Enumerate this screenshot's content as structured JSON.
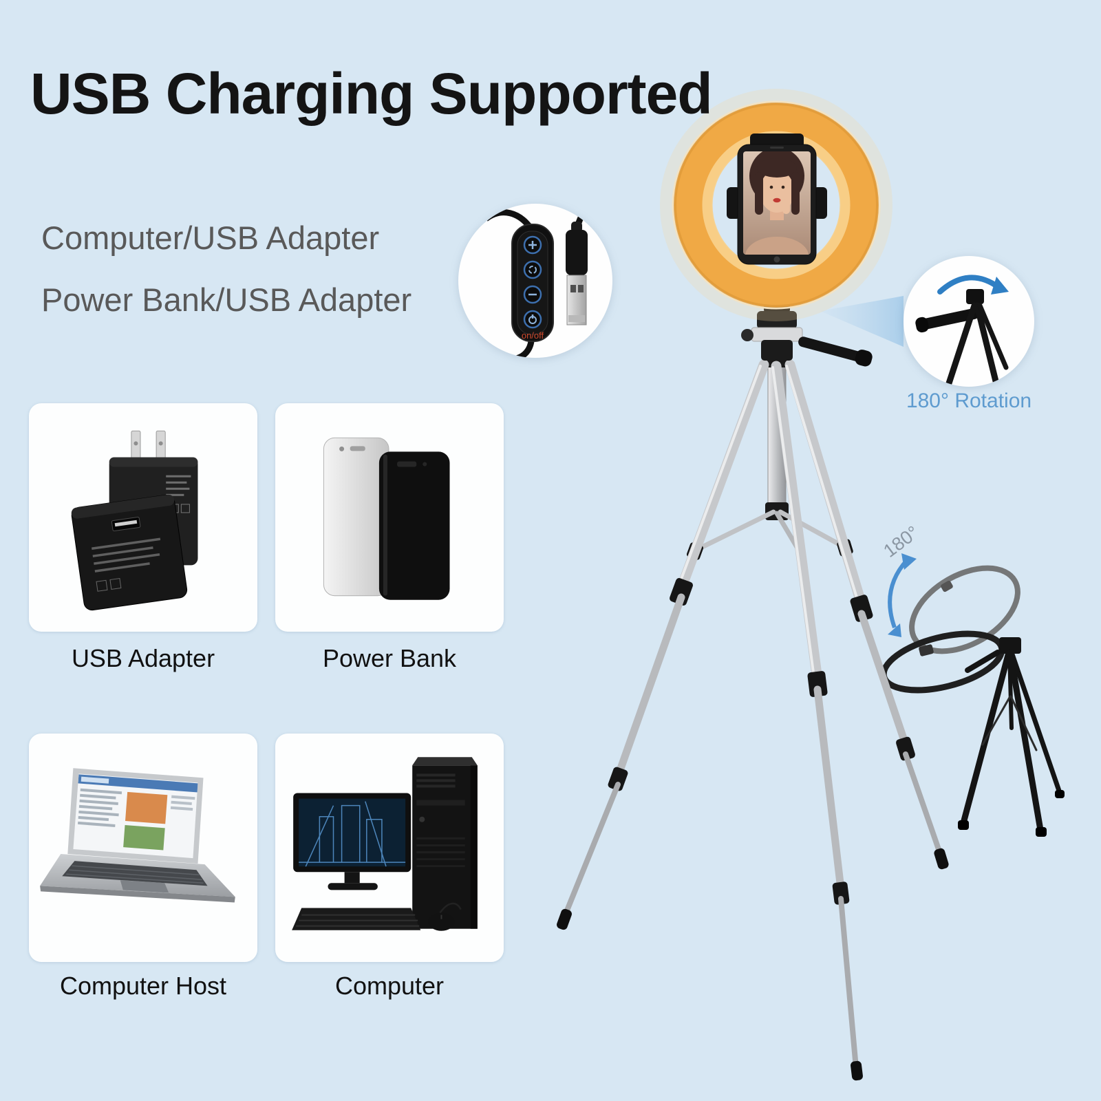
{
  "page": {
    "title": "USB Charging Supported",
    "background_color": "#d7e7f3"
  },
  "power_options": {
    "line1": "Computer/USB Adapter",
    "line2": "Power Bank/USB Adapter"
  },
  "cards": [
    {
      "id": "usb-adapter",
      "label": "USB Adapter"
    },
    {
      "id": "power-bank",
      "label": "Power Bank"
    },
    {
      "id": "computer-host",
      "label": "Computer Host"
    },
    {
      "id": "computer",
      "label": "Computer"
    }
  ],
  "annotations": {
    "rotation_label": "180° Rotation",
    "arc_degree": "180°",
    "controller_power": "on/off"
  },
  "figures": {
    "main": "ring-light-on-tripod-with-phone",
    "inset_left": "usb-inline-controller-and-plug",
    "inset_right": "tripod-pan-handle-rotation",
    "demo": "ring-light-folded-180"
  },
  "colors": {
    "accent_blue": "#5e9bcf",
    "ring_amber": "#f0a945",
    "text_gray": "#595959",
    "text_dark": "#141414",
    "controller_label_red": "#cf4a2e"
  }
}
